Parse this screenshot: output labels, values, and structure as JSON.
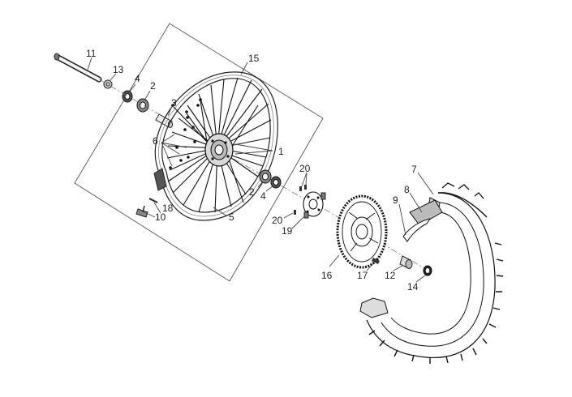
{
  "labels": {
    "l1": "1",
    "l2a": "2",
    "l2b": "2",
    "l3": "3",
    "l4a": "4",
    "l4b": "4",
    "l5": "5",
    "l6": "6",
    "l7": "7",
    "l8": "8",
    "l9": "9",
    "l10": "10",
    "l11": "11",
    "l12": "12",
    "l13": "13",
    "l14": "14",
    "l15": "15",
    "l16": "16",
    "l17": "17",
    "l18": "18",
    "l19": "19",
    "l20a": "20",
    "l20b": "20"
  }
}
